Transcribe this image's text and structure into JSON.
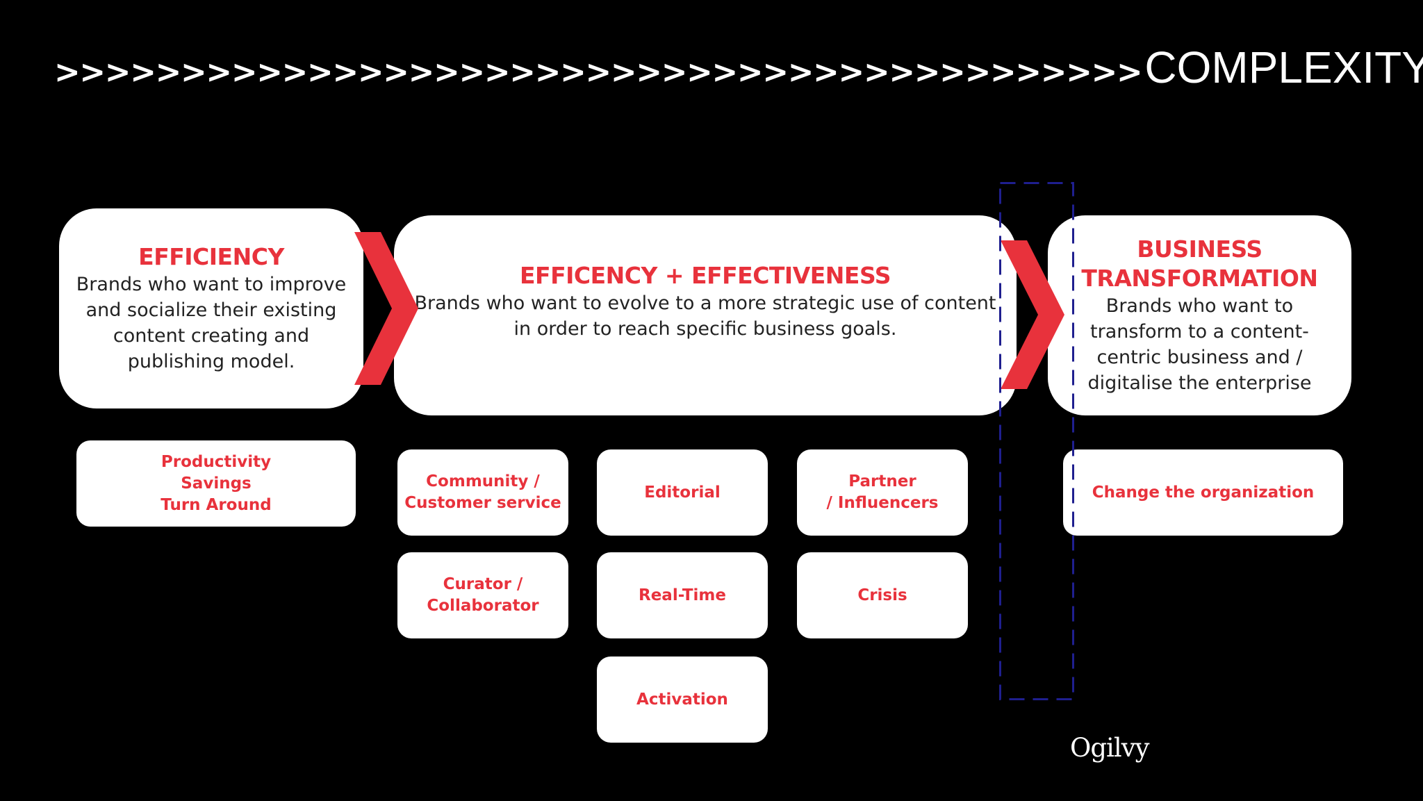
{
  "header": {
    "arrows": ">>>>>>>>>>>>>>>>>>>>>>>>>>>>>>>>>>>>>>>>>>>",
    "title": "COMPLEXITY"
  },
  "stages": [
    {
      "title": "EFFICIENCY",
      "description": "Brands who want to improve and socialize their existing content creating and publishing model."
    },
    {
      "title": "EFFICENCY + EFFECTIVENESS",
      "description": "Brands who want to evolve to a more strategic use of content in order to reach specific business goals."
    },
    {
      "title": "BUSINESS TRANSFORMATION",
      "description": "Brands who want to transform to a content-centric business and / digitalise the enterprise"
    }
  ],
  "efficiency_box": {
    "label": "Productivity\nSavings\nTurn Around"
  },
  "effectiveness_boxes": [
    {
      "label": "Community /\nCustomer service"
    },
    {
      "label": "Editorial"
    },
    {
      "label": "Partner\n/ Influencers"
    },
    {
      "label": "Curator /\nCollaborator"
    },
    {
      "label": "Real-Time"
    },
    {
      "label": "Crisis"
    },
    {
      "label": "Activation"
    }
  ],
  "transformation_box": {
    "label": "Change the organization"
  },
  "logo": "Ogilvy",
  "colors": {
    "background": "#000000",
    "accent_red": "#e8323c",
    "card": "#ffffff",
    "dashed_frame": "#1f1f8f"
  }
}
